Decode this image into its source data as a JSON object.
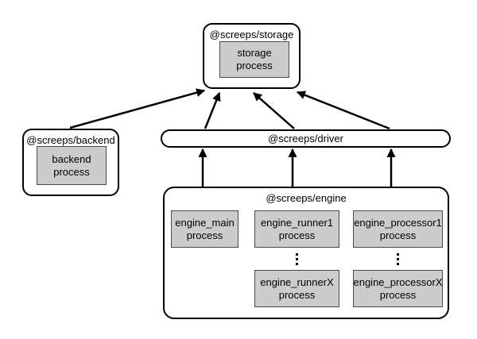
{
  "nodes": {
    "storage": {
      "title": "@screeps/storage",
      "process": {
        "line1": "storage",
        "line2": "process"
      }
    },
    "backend": {
      "title": "@screeps/backend",
      "process": {
        "line1": "backend",
        "line2": "process"
      }
    },
    "driver": {
      "title": "@screeps/driver"
    },
    "engine": {
      "title": "@screeps/engine",
      "processes": {
        "main": {
          "line1": "engine_main",
          "line2": "process"
        },
        "runner1": {
          "line1": "engine_runner1",
          "line2": "process"
        },
        "runnerX": {
          "line1": "engine_runnerX",
          "line2": "process"
        },
        "processor1": {
          "line1": "engine_processor1",
          "line2": "process"
        },
        "processorX": {
          "line1": "engine_processorX",
          "line2": "process"
        }
      }
    }
  },
  "connections": [
    {
      "from": "@screeps/backend",
      "to": "@screeps/storage"
    },
    {
      "from": "@screeps/driver",
      "to": "@screeps/storage"
    },
    {
      "from": "@screeps/driver",
      "to": "@screeps/storage"
    },
    {
      "from": "@screeps/driver",
      "to": "@screeps/storage"
    },
    {
      "from": "@screeps/engine",
      "to": "@screeps/driver"
    },
    {
      "from": "@screeps/engine",
      "to": "@screeps/driver"
    },
    {
      "from": "@screeps/engine",
      "to": "@screeps/driver"
    }
  ],
  "colors": {
    "background": "#ffffff",
    "container_fill": "#ffffff",
    "container_border": "#000000",
    "process_box_fill": "#cccccc",
    "process_box_border": "#4a4a4a",
    "arrow": "#000000",
    "text": "#000000"
  }
}
